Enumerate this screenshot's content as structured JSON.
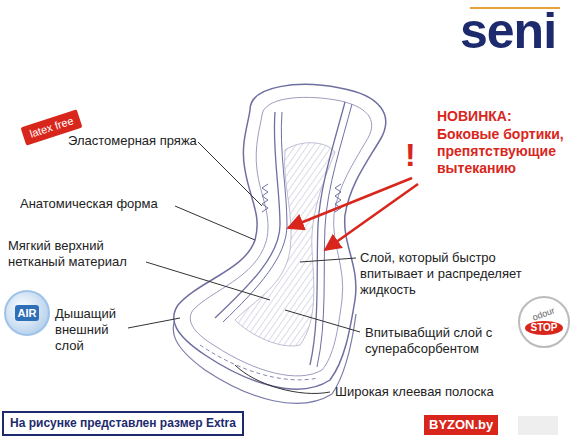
{
  "diagram": {
    "nodes": [
      {
        "text": [
          "latex free"
        ]
      },
      {
        "text": [
          "AIR"
        ]
      },
      {
        "text": [
          "odour",
          "STOP"
        ]
      },
      {
        "text": [
          "На рисунке представлен размер Extra"
        ]
      },
      {
        "text": [
          "BYZON.by"
        ]
      }
    ],
    "labels": [
      "seni",
      "Эластомерная пряжа",
      "Анатомическая форма",
      "Мягкий верхний нетканый материал",
      "Дышащий внешний слой",
      "!",
      "НОВИНКА:",
      "Боковые бортики, препятствующие вытеканию",
      "Слой, который быстро впитывает и распределяет жидкость",
      "Впитывабщий слой с суперабсорбентом",
      "Широкая клеевая полоска"
    ]
  }
}
